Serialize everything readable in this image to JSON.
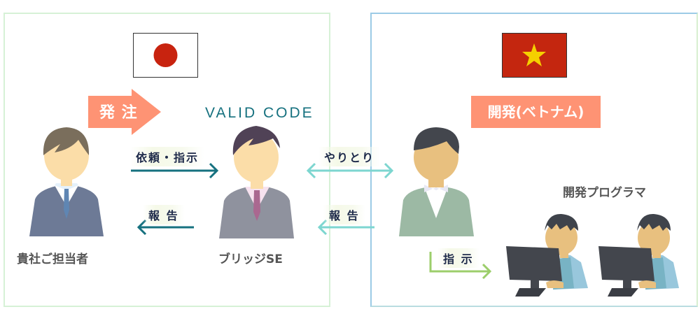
{
  "left_panel": {
    "order_label": "発 注",
    "brand_logo": "VALID CODE",
    "client_label": "貴社ご担当者",
    "bridge_label": "ブリッジSE",
    "request_label": "依頼・指示",
    "report_label": "報 告"
  },
  "right_panel": {
    "dev_label": "開発(ベトナム)",
    "programmers_label": "開発プログラマ",
    "exchange_label": "やりとり",
    "report_label": "報 告",
    "instruct_label": "指 示"
  },
  "colors": {
    "accent_orange": "#fe9374",
    "arrow_dark": "#16717f",
    "arrow_light": "#7dd6d0",
    "arrow_green": "#9cce6b",
    "japan_red": "#c8230f",
    "vietnam_red": "#c4260f",
    "vietnam_star": "#f5d000"
  }
}
